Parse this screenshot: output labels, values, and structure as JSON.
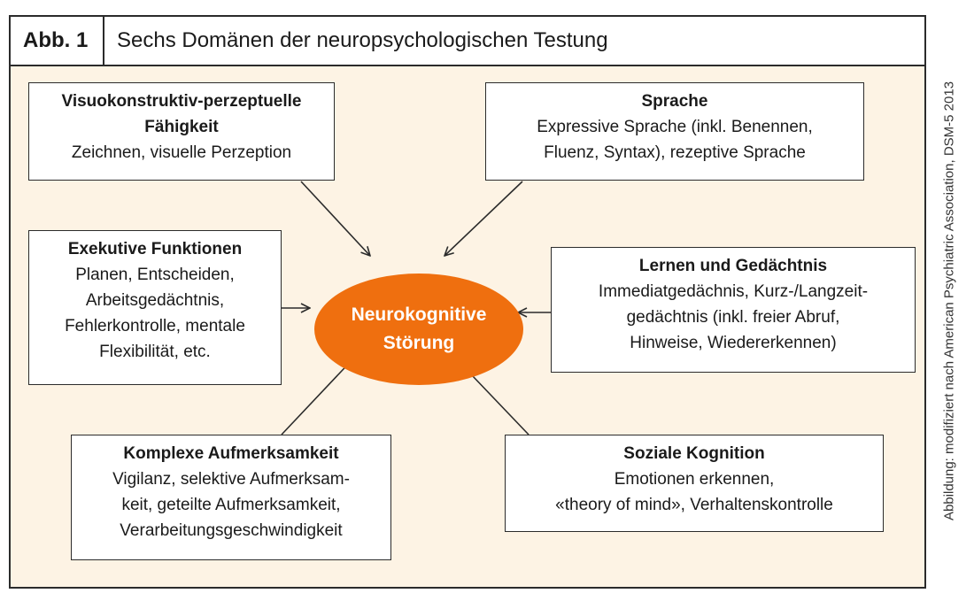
{
  "figure": {
    "label": "Abb. 1",
    "title": "Sechs Domänen der neuropsychologischen Testung"
  },
  "center": {
    "line1": "Neurokognitive",
    "line2": "Störung"
  },
  "domains": {
    "visuo": {
      "title_lines": [
        "Visuokonstruktiv-perzeptuelle",
        "Fähigkeit"
      ],
      "lines": [
        "Zeichnen, visuelle Perzeption"
      ]
    },
    "sprache": {
      "title_lines": [
        "Sprache"
      ],
      "lines": [
        "Expressive Sprache (inkl. Benennen,",
        "Fluenz, Syntax), rezeptive Sprache"
      ]
    },
    "exekutiv": {
      "title_lines": [
        "Exekutive Funktionen"
      ],
      "lines": [
        "Planen, Entscheiden,",
        "Arbeitsgedächtnis,",
        "Fehlerkontrolle, mentale",
        "Flexibilität, etc."
      ]
    },
    "lernen": {
      "title_lines": [
        "Lernen und Gedächtnis"
      ],
      "lines": [
        "Immediatgedächnis, Kurz-/Langzeit-",
        "gedächtnis (inkl. freier Abruf,",
        "Hinweise, Wiedererkennen)"
      ]
    },
    "aufmerksamkeit": {
      "title_lines": [
        "Komplexe Aufmerksamkeit"
      ],
      "lines": [
        "Vigilanz, selektive Aufmerksam-",
        "keit, geteilte Aufmerksamkeit,",
        "Verarbeitungsgeschwindigkeit"
      ]
    },
    "sozial": {
      "title_lines": [
        "Soziale Kognition"
      ],
      "lines": [
        "Emotionen erkennen,",
        "«theory of mind», Verhaltenskontrolle"
      ]
    }
  },
  "credit": "Abbildung: modifiziert nach American Psychiatric Association, DSM-5 2013",
  "colors": {
    "center_fill": "#ef6f0f",
    "panel_background": "#fdf3e4",
    "border": "#2b2b2b"
  }
}
